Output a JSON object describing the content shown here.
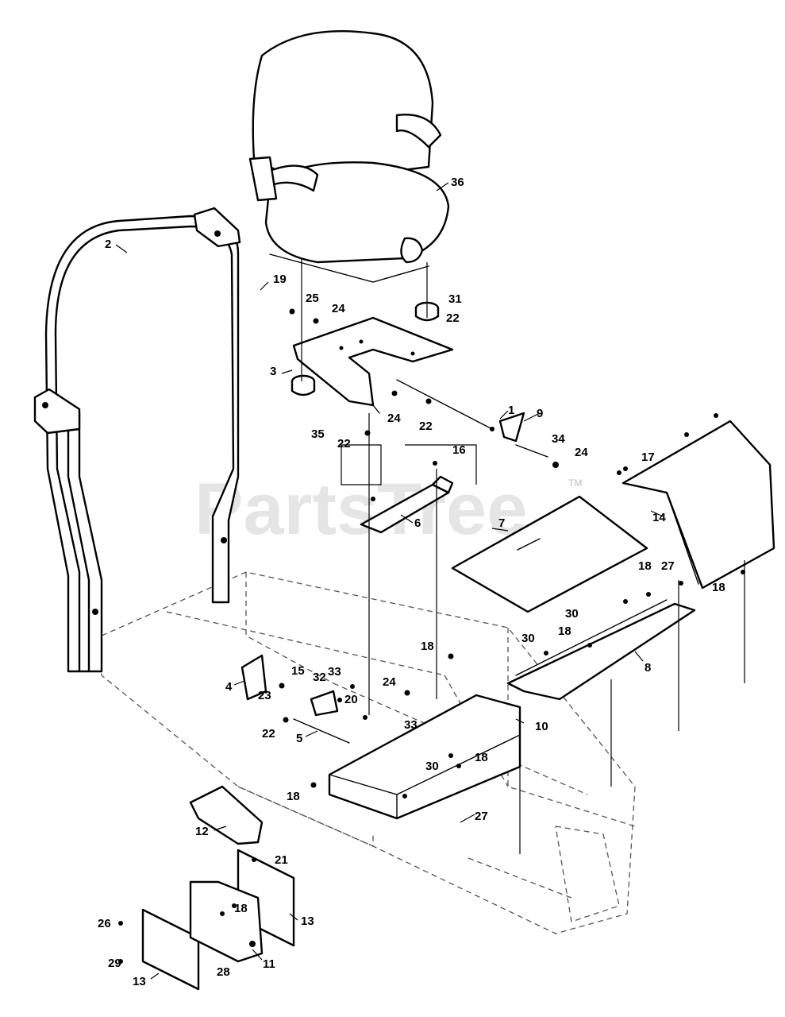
{
  "watermark": {
    "text": "PartsTree",
    "mark": "TM"
  },
  "callouts": {
    "c1": "1",
    "c2": "2",
    "c3": "3",
    "c4": "4",
    "c5": "5",
    "c6": "6",
    "c7": "7",
    "c8": "8",
    "c9": "9",
    "c10": "10",
    "c11": "11",
    "c12": "12",
    "c13a": "13",
    "c13b": "13",
    "c14": "14",
    "c15": "15",
    "c16": "16",
    "c17": "17",
    "c18a": "18",
    "c18b": "18",
    "c18c": "18",
    "c18d": "18",
    "c18e": "18",
    "c18f": "18",
    "c18g": "18",
    "c19": "19",
    "c20": "20",
    "c21": "21",
    "c22a": "22",
    "c22b": "22",
    "c22c": "22",
    "c22d": "22",
    "c23": "23",
    "c24a": "24",
    "c24b": "24",
    "c24c": "24",
    "c24d": "24",
    "c25": "25",
    "c26": "26",
    "c27a": "27",
    "c27b": "27",
    "c28": "28",
    "c29": "29",
    "c30a": "30",
    "c30b": "30",
    "c30c": "30",
    "c31": "31",
    "c32": "32",
    "c33a": "33",
    "c33b": "33",
    "c34": "34",
    "c35": "35",
    "c36": "36"
  }
}
